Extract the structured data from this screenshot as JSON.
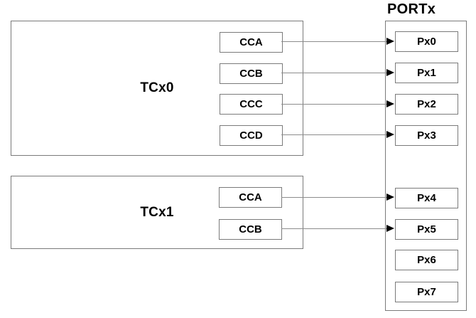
{
  "diagram": {
    "port": {
      "title": "PORTx",
      "pins": [
        "Px0",
        "Px1",
        "Px2",
        "Px3",
        "Px4",
        "Px5",
        "Px6",
        "Px7"
      ]
    },
    "timers": [
      {
        "label": "TCx0",
        "channels": [
          "CCA",
          "CCB",
          "CCC",
          "CCD"
        ]
      },
      {
        "label": "TCx1",
        "channels": [
          "CCA",
          "CCB"
        ]
      }
    ],
    "connections": [
      {
        "from": "TCx0.CCA",
        "to": "Px0"
      },
      {
        "from": "TCx0.CCB",
        "to": "Px1"
      },
      {
        "from": "TCx0.CCC",
        "to": "Px2"
      },
      {
        "from": "TCx0.CCD",
        "to": "Px3"
      },
      {
        "from": "TCx1.CCA",
        "to": "Px4"
      },
      {
        "from": "TCx1.CCB",
        "to": "Px5"
      }
    ],
    "colors": {
      "background": "#ffffff",
      "box_border": "#7a7a7a",
      "connector_line": "#8c8c8c",
      "arrowhead": "#000000",
      "text": "#000000"
    }
  }
}
